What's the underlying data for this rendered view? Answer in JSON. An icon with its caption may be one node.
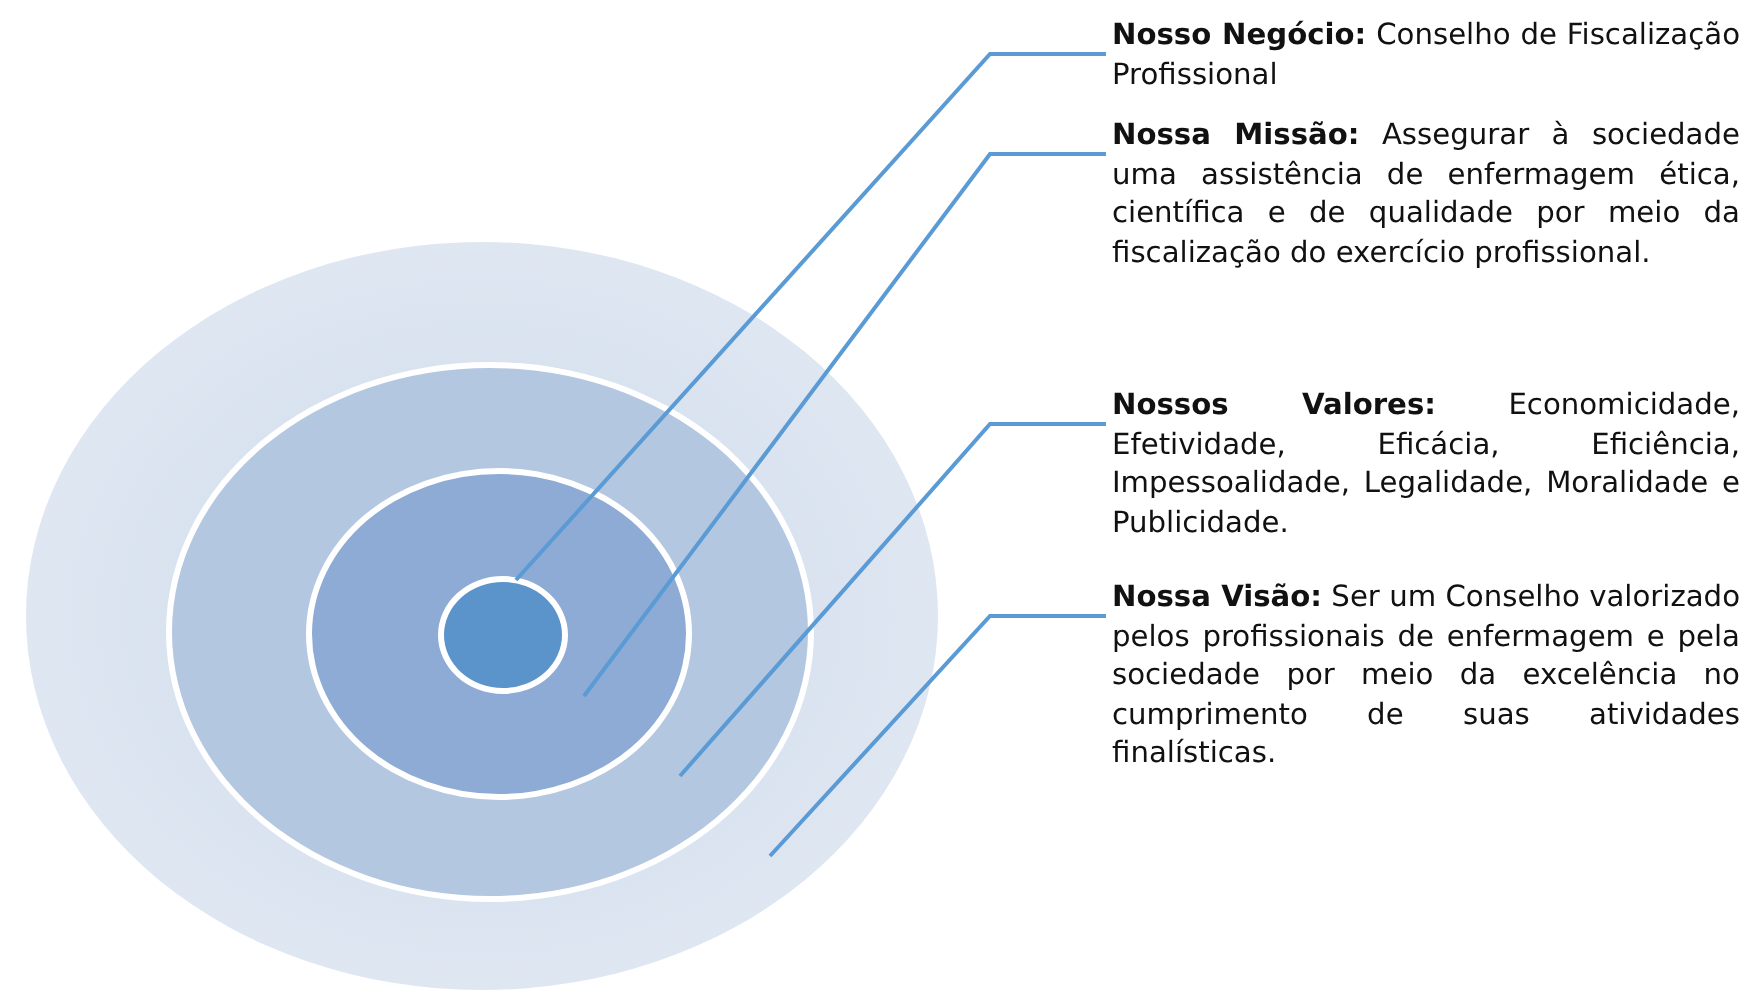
{
  "diagram": {
    "nodes": [
      {
        "text": [],
        "shape": "circle"
      },
      {
        "text": [],
        "shape": "circle",
        "in": 0
      },
      {
        "text": [],
        "shape": "circle",
        "in": 1
      },
      {
        "text": [],
        "shape": "circle",
        "in": 2
      },
      {
        "text": [
          "**Nosso Negócio:** Conselho de Fiscalização Profissional"
        ]
      },
      {
        "text": [
          "**Nossa Missão:** Assegurar à sociedade uma assistência de enfermagem ética, científica e de qualidade por meio da fiscalização do exercício profissional."
        ]
      },
      {
        "text": [
          "**Nossos Valores:** Economicidade, Efetividade, Eficácia, Eficiência, Impessoalidade, Legalidade, Moralidade e Publicidade."
        ]
      },
      {
        "text": [
          "**Nossa Visão:** Ser um Conselho valorizado pelos profissionais de enfermagem e pela sociedade por meio da excelência no cumprimento de suas atividades finalísticas."
        ]
      }
    ],
    "edges": [
      {
        "from": 4,
        "to": 3,
        "arrow": "none"
      },
      {
        "from": 5,
        "to": 2,
        "arrow": "none"
      },
      {
        "from": 6,
        "to": 1,
        "arrow": "none"
      },
      {
        "from": 7,
        "to": 0,
        "arrow": "none"
      }
    ]
  }
}
